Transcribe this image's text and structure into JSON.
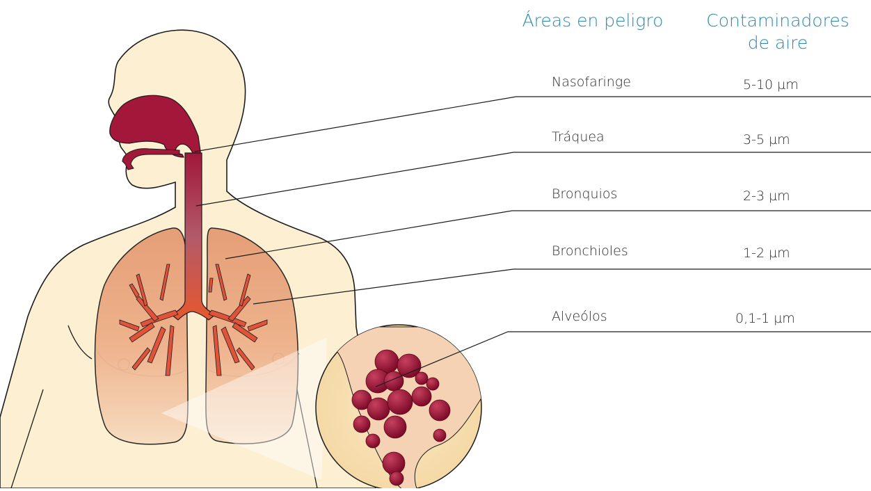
{
  "headers": {
    "areas": "Áreas en peligro",
    "pollutants_line1": "Contaminadores",
    "pollutants_line2": "de aire"
  },
  "rows": [
    {
      "area": "Nasofaringe",
      "size": "5-10 µm"
    },
    {
      "area": "Tráquea",
      "size": "3-5 µm"
    },
    {
      "area": "Bronquios",
      "size": "2-3 µm"
    },
    {
      "area": "Bronchioles",
      "size": "1-2 µm"
    },
    {
      "area": "Alveólos",
      "size": "0,1-1 µm"
    }
  ],
  "colors": {
    "header": "#2a8ab3",
    "skin": "#fcefd2",
    "airway": "#a2173a",
    "lung": "#e7a47f",
    "bronchi": "#e0523a",
    "alveoli": "#8e1030"
  }
}
